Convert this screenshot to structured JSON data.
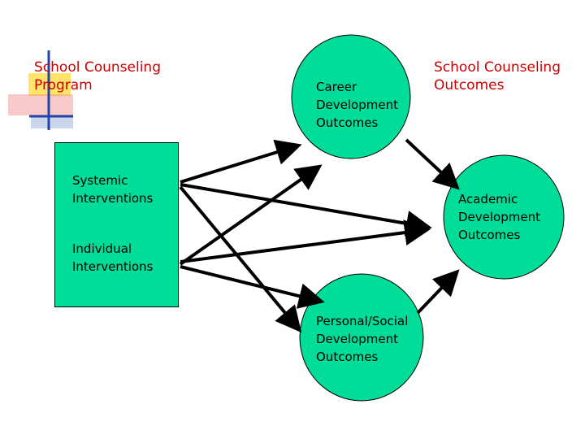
{
  "titles": {
    "program": "School Counseling\nProgram",
    "outcomes": "School Counseling\nOutcomes"
  },
  "program_box": {
    "systemic": "Systemic\nInterventions",
    "individual": "Individual\nInterventions"
  },
  "outcomes": {
    "career": "Career\nDevelopment\nOutcomes",
    "academic": "Academic\nDevelopment\nOutcomes",
    "personal_social": "Personal/Social\nDevelopment\nOutcomes"
  },
  "colors": {
    "fill": "#00dd99",
    "title": "#cc0000",
    "deco_blue": "#2244aa",
    "deco_yellow": "#ffdd44",
    "deco_red": "#ee8888"
  }
}
